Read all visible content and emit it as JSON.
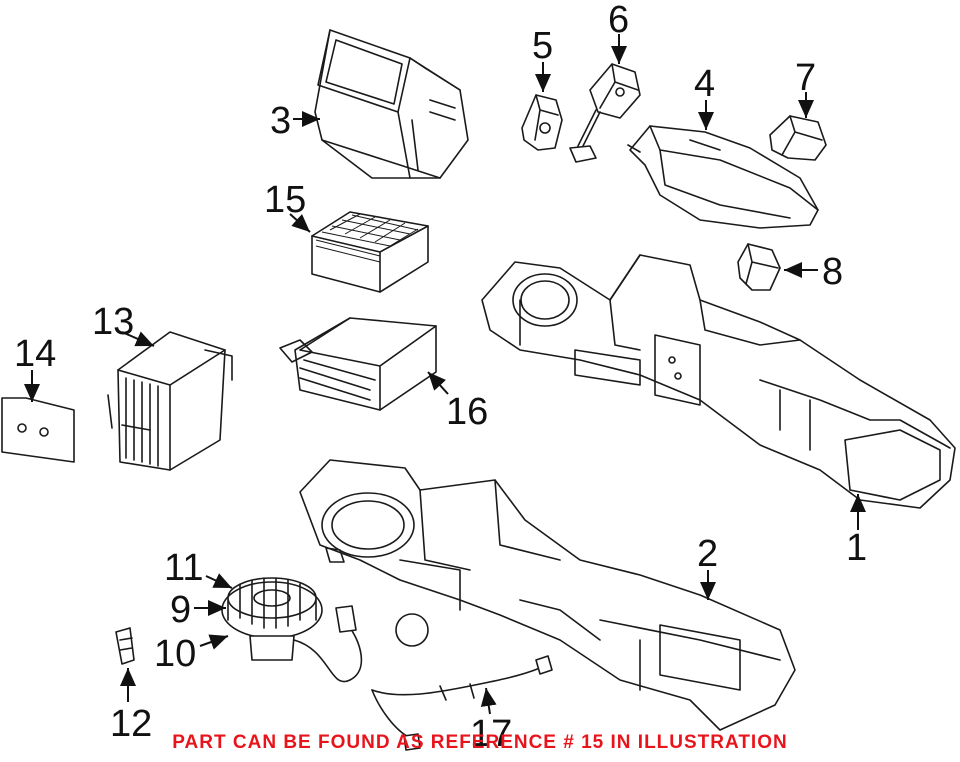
{
  "diagram": {
    "callouts": {
      "c1": "1",
      "c2": "2",
      "c3": "3",
      "c4": "4",
      "c5": "5",
      "c6": "6",
      "c7": "7",
      "c8": "8",
      "c9": "9",
      "c10": "10",
      "c11": "11",
      "c12": "12",
      "c13": "13",
      "c14": "14",
      "c15": "15",
      "c16": "16",
      "c17": "17"
    },
    "highlight_reference": "15"
  },
  "note": {
    "text": "PART CAN BE FOUND AS REFERENCE # 15 IN ILLUSTRATION",
    "color": "#e8141c"
  }
}
